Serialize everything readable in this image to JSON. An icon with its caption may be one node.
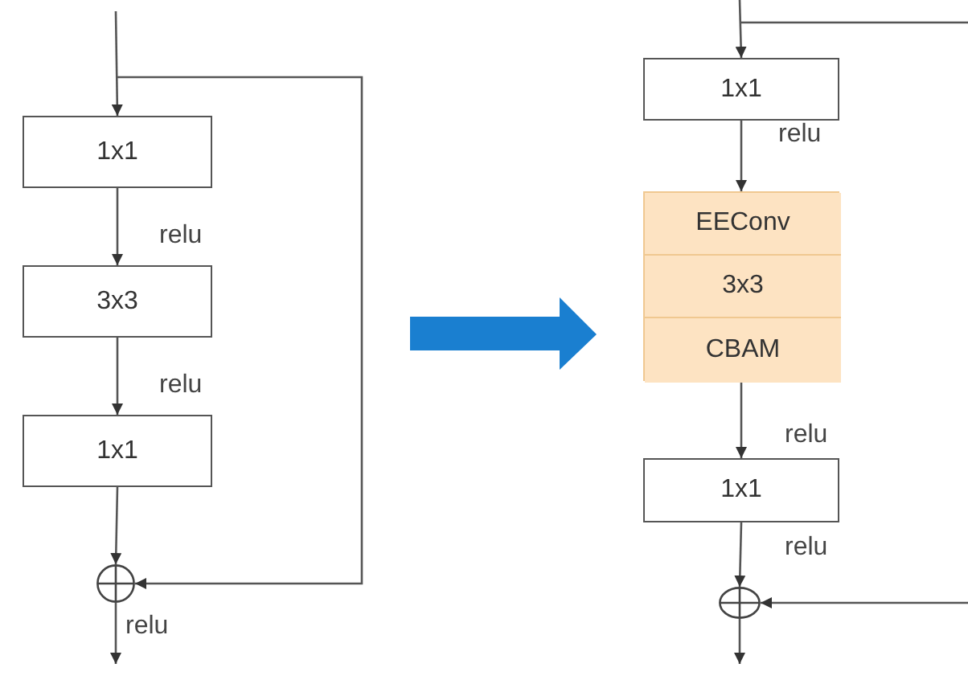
{
  "diagram": {
    "nodes": [
      {
        "text": [
          "1x1"
        ]
      },
      {
        "text": [
          "3x3"
        ]
      },
      {
        "text": [
          "1x1"
        ]
      },
      {
        "text": [],
        "shape": "circle"
      },
      {
        "text": [
          "1x1"
        ]
      },
      {
        "text": [],
        "shape": "box"
      },
      {
        "text": [
          "EEConv"
        ],
        "in": 5
      },
      {
        "text": [
          "3x3"
        ],
        "in": 5
      },
      {
        "text": [
          "CBAM"
        ],
        "in": 5
      },
      {
        "text": [
          "1x1"
        ]
      },
      {
        "text": [],
        "shape": "circle"
      }
    ],
    "edges": [
      {
        "from": null,
        "to": 0,
        "arrow": "to"
      },
      {
        "from": 0,
        "to": 1,
        "arrow": "to",
        "label": "relu"
      },
      {
        "from": 1,
        "to": 2,
        "arrow": "to",
        "label": "relu"
      },
      {
        "from": 2,
        "to": 3,
        "arrow": "to"
      },
      {
        "from": null,
        "to": 3,
        "arrow": "to"
      },
      {
        "from": 3,
        "to": null,
        "arrow": "to",
        "label": "relu"
      },
      {
        "from": null,
        "to": 4,
        "arrow": "to"
      },
      {
        "from": 4,
        "to": 5,
        "arrow": "to",
        "label": "relu"
      },
      {
        "from": 5,
        "to": 9,
        "arrow": "to",
        "label": "relu"
      },
      {
        "from": 9,
        "to": 10,
        "arrow": "to",
        "label": "relu"
      },
      {
        "from": null,
        "to": 10,
        "arrow": "to"
      },
      {
        "from": 10,
        "to": null,
        "arrow": "to"
      }
    ]
  }
}
